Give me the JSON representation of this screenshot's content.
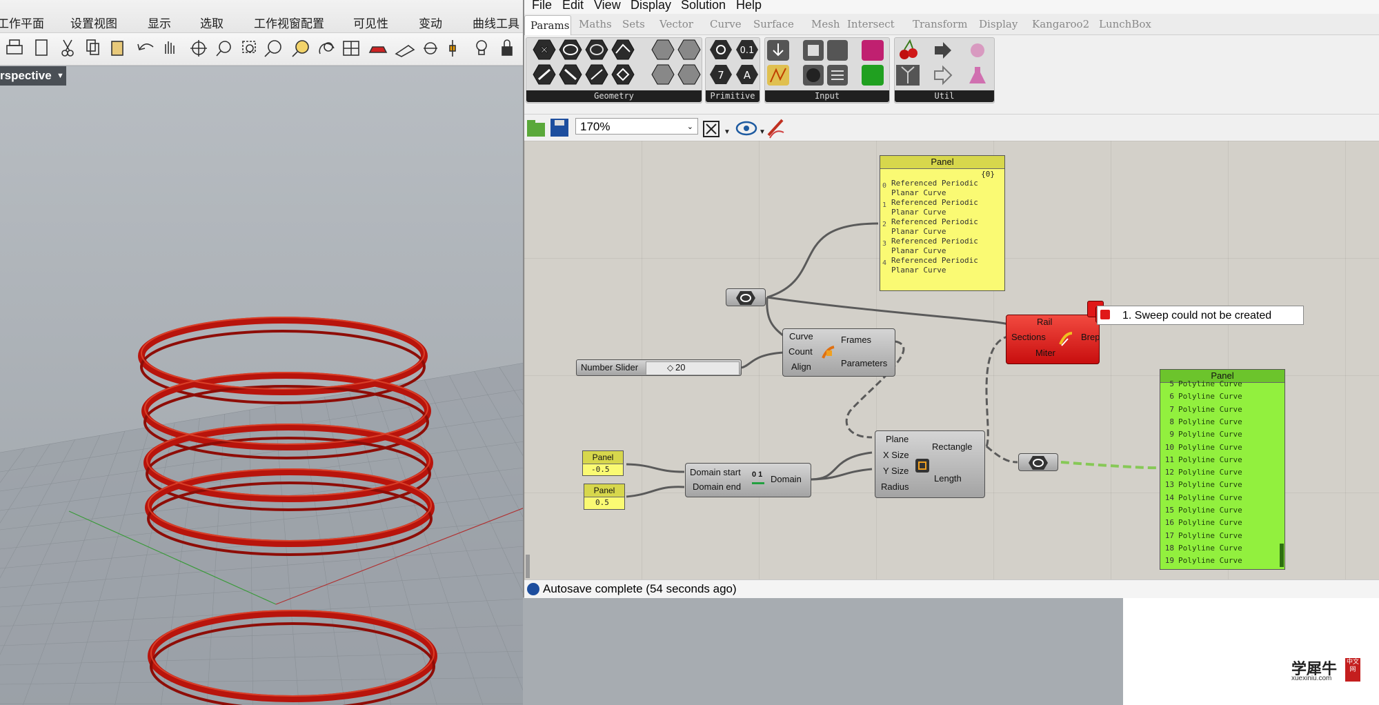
{
  "rhino": {
    "menu_tabs": [
      "工作平面",
      "设置视图",
      "显示",
      "选取",
      "工作视窗配置",
      "可见性",
      "变动",
      "曲线工具"
    ],
    "viewport_label": "rspective",
    "tools": [
      "printer-icon",
      "new-icon",
      "cut-icon",
      "copy-icon",
      "paste-icon",
      "undo-icon",
      "pan-hand-icon",
      "rotate-icon",
      "zoom-icon",
      "zoom-window-icon",
      "zoom-extents-icon",
      "zoom-selected-icon",
      "rotate-view-icon",
      "viewport-layout-icon",
      "car-icon",
      "grid-icon",
      "snap-icon",
      "gumball-icon",
      "lightbulb-icon",
      "lock-icon"
    ]
  },
  "gh": {
    "menu": [
      "File",
      "Edit",
      "View",
      "Display",
      "Solution",
      "Help"
    ],
    "tabs": [
      "Params",
      "Maths",
      "Sets",
      "Vector",
      "Curve",
      "Surface",
      "Mesh",
      "Intersect",
      "Transform",
      "Display",
      "Kangaroo2",
      "LunchBox"
    ],
    "ribbon_groups": [
      "Geometry",
      "Primitive",
      "Input",
      "Util"
    ],
    "primitive_labels": [
      "0.1",
      "7",
      "A"
    ],
    "zoom": "170%",
    "status": "Autosave complete (54 seconds ago)"
  },
  "canvas": {
    "panel_top": {
      "title": "Panel",
      "path": "{0}",
      "rows": [
        {
          "i": "0",
          "t": "Referenced Periodic Planar Curve"
        },
        {
          "i": "1",
          "t": "Referenced Periodic Planar Curve"
        },
        {
          "i": "2",
          "t": "Referenced Periodic Planar Curve"
        },
        {
          "i": "3",
          "t": "Referenced Periodic Planar Curve"
        },
        {
          "i": "4",
          "t": "Referenced Periodic Planar Curve"
        }
      ]
    },
    "sweep": {
      "in": [
        "Rail",
        "Sections",
        "Miter"
      ],
      "out": "Brep",
      "error": "1. Sweep could not be created"
    },
    "divide": {
      "in": [
        "Curve",
        "Count",
        "Align"
      ],
      "out": [
        "Frames",
        "Parameters"
      ]
    },
    "slider": {
      "label": "Number Slider",
      "value": "20"
    },
    "panel_a": {
      "title": "Panel",
      "value": "-0.5"
    },
    "panel_b": {
      "title": "Panel",
      "value": "0.5"
    },
    "domain": {
      "in": [
        "Domain start",
        "Domain end"
      ],
      "out": "Domain",
      "icon_text": "0 1"
    },
    "rect": {
      "in": [
        "Plane",
        "X Size",
        "Y Size",
        "Radius"
      ],
      "out": [
        "Rectangle",
        "Length"
      ]
    },
    "panel_green": {
      "title": "Panel",
      "rows": [
        {
          "n": "5",
          "t": "Polyline Curve"
        },
        {
          "n": "6",
          "t": "Polyline Curve"
        },
        {
          "n": "7",
          "t": "Polyline Curve"
        },
        {
          "n": "8",
          "t": "Polyline Curve"
        },
        {
          "n": "9",
          "t": "Polyline Curve"
        },
        {
          "n": "10",
          "t": "Polyline Curve"
        },
        {
          "n": "11",
          "t": "Polyline Curve"
        },
        {
          "n": "12",
          "t": "Polyline Curve"
        },
        {
          "n": "13",
          "t": "Polyline Curve"
        },
        {
          "n": "14",
          "t": "Polyline Curve"
        },
        {
          "n": "15",
          "t": "Polyline Curve"
        },
        {
          "n": "16",
          "t": "Polyline Curve"
        },
        {
          "n": "17",
          "t": "Polyline Curve"
        },
        {
          "n": "18",
          "t": "Polyline Curve"
        },
        {
          "n": "19",
          "t": "Polyline Curve"
        }
      ]
    }
  },
  "watermark": {
    "text": "学犀牛",
    "sub": "xuexiniu.com",
    "badge": "中文网"
  },
  "colors": {
    "ring": "#c0160c",
    "panel_yellow": "#fafa73",
    "panel_green": "#92f03e",
    "error_red": "#e01818"
  }
}
